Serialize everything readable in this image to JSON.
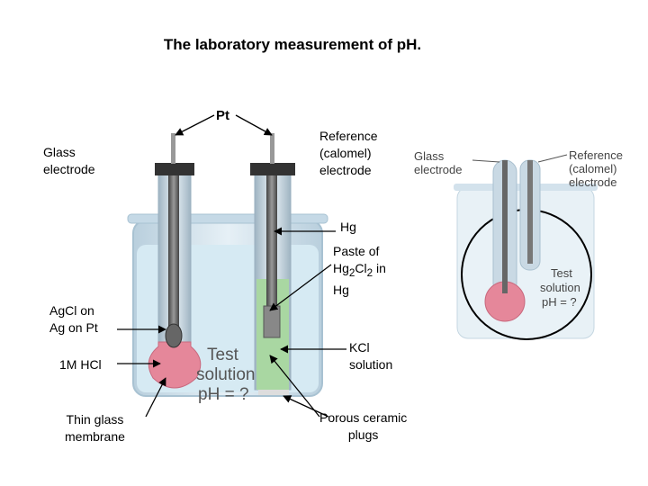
{
  "title": "The laboratory measurement of pH.",
  "labels": {
    "pt": "Pt",
    "glass_electrode": [
      "Glass",
      "electrode"
    ],
    "reference_electrode": [
      "Reference",
      "(calomel)",
      "electrode"
    ],
    "hg": "Hg",
    "paste": {
      "line1": "Paste of",
      "hg": "Hg",
      "sub1": "2",
      "cl": "Cl",
      "sub2": "2",
      "in": " in",
      "line3": "Hg"
    },
    "agcl": [
      "AgCl on",
      "Ag on Pt"
    ],
    "hcl": "1M HCl",
    "kcl": [
      "KCl",
      "solution"
    ],
    "thin_glass": [
      "Thin glass",
      "membrane"
    ],
    "porous": [
      "Porous ceramic",
      "plugs"
    ]
  },
  "beaker_text": [
    "Test",
    "solution",
    "pH = ?"
  ],
  "inset": {
    "glass_label": [
      "Glass",
      "electrode"
    ],
    "reference_label": [
      "Reference",
      "(calomel)",
      "electrode"
    ],
    "test_text": [
      "Test",
      "solution",
      "pH = ?"
    ]
  },
  "colors": {
    "hcl": "#e5879a",
    "kcl": "#a9d7a2",
    "water": "#d6eaf3",
    "glass": "#c8dbe7",
    "cap": "#333333"
  }
}
